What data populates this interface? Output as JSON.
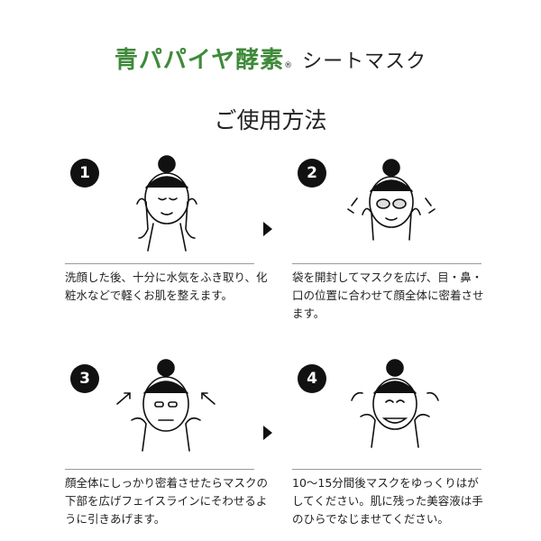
{
  "brand": {
    "name": "青パパイヤ酵素",
    "reg": "®",
    "product": "シートマスク"
  },
  "title": "ご使用方法",
  "steps": [
    {
      "number": "1",
      "text": "洗顔した後、十分に水気をふき取り、化粧水などで軽くお肌を整えます。"
    },
    {
      "number": "2",
      "text": "袋を開封してマスクを広げ、目・鼻・口の位置に合わせて顔全体に密着させます。"
    },
    {
      "number": "3",
      "text": "顔全体にしっかり密着させたらマスクの下部を広げフェイスラインにそわせるように引きあげます。"
    },
    {
      "number": "4",
      "text": "10～15分間後マスクをゆっくりはがしてください。肌に残った美容液は手のひらでなじませてください。"
    }
  ],
  "icons": {
    "arrow": "triangle-right-icon",
    "illustration": "face-illustration"
  }
}
